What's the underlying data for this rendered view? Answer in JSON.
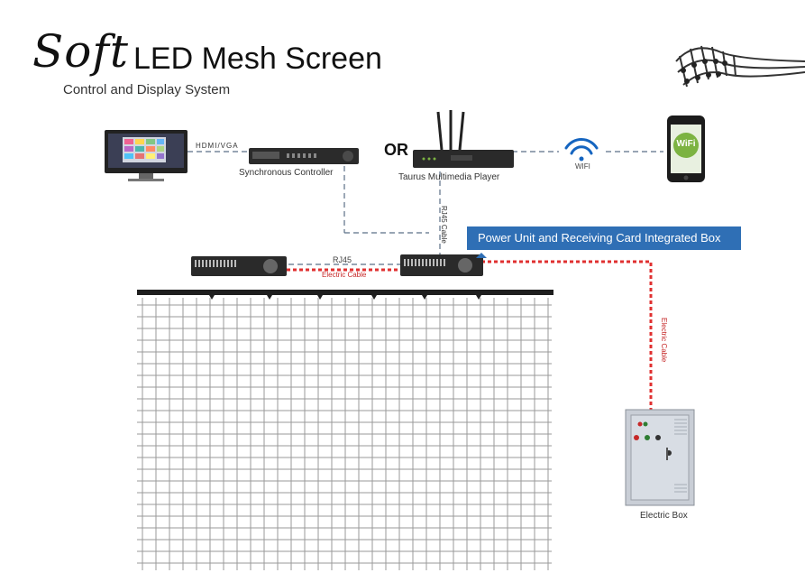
{
  "title": {
    "word_soft": "Soft",
    "main": "LED Mesh Screen",
    "subtitle": "Control and Display System"
  },
  "labels": {
    "hdmi_vga": "HDMI/VGA",
    "synchronous_controller": "Synchronous Controller",
    "or": "OR",
    "taurus_player": "Taurus Multimedia Player",
    "wifi": "WIFI",
    "wifi_phone_text": "WiFi",
    "rj45_cable": "RJ45 Cable",
    "rj45": "RJ45",
    "electric_cable_horizontal": "Electric Cable",
    "electric_cable_vertical": "Electric Cable",
    "power_unit_box": "Power Unit and Receiving Card Integrated Box",
    "electric_box": "Electric Box"
  },
  "colors": {
    "callout_bg": "#2f6fb5",
    "electric_cable": "#e03030",
    "data_cable": "#5a6f86",
    "mesh_lines": "#9a9a9a"
  },
  "icons": [
    "monitor-icon",
    "controller-icon",
    "router-icon",
    "wifi-icon",
    "phone-icon",
    "receiving-box-icon",
    "electric-box-icon",
    "mesh-strip-icon"
  ]
}
